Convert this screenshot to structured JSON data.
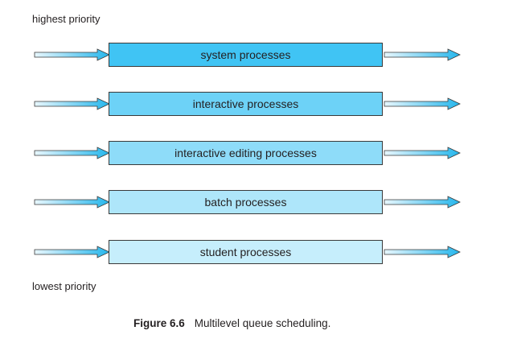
{
  "labels": {
    "top": "highest priority",
    "bottom": "lowest priority"
  },
  "queues": [
    {
      "label": "system processes",
      "fill": "#40c4f4"
    },
    {
      "label": "interactive processes",
      "fill": "#6dd2f7"
    },
    {
      "label": "interactive editing processes",
      "fill": "#8edcf9"
    },
    {
      "label": "batch processes",
      "fill": "#aee6fa"
    },
    {
      "label": "student processes",
      "fill": "#c6eefc"
    }
  ],
  "colors": {
    "arrow_tail": "#e8f7fd",
    "arrow_head": "#25b6ec",
    "outline": "#3a3a3a"
  },
  "caption": {
    "number": "Figure 6.6",
    "text": "Multilevel queue scheduling."
  }
}
